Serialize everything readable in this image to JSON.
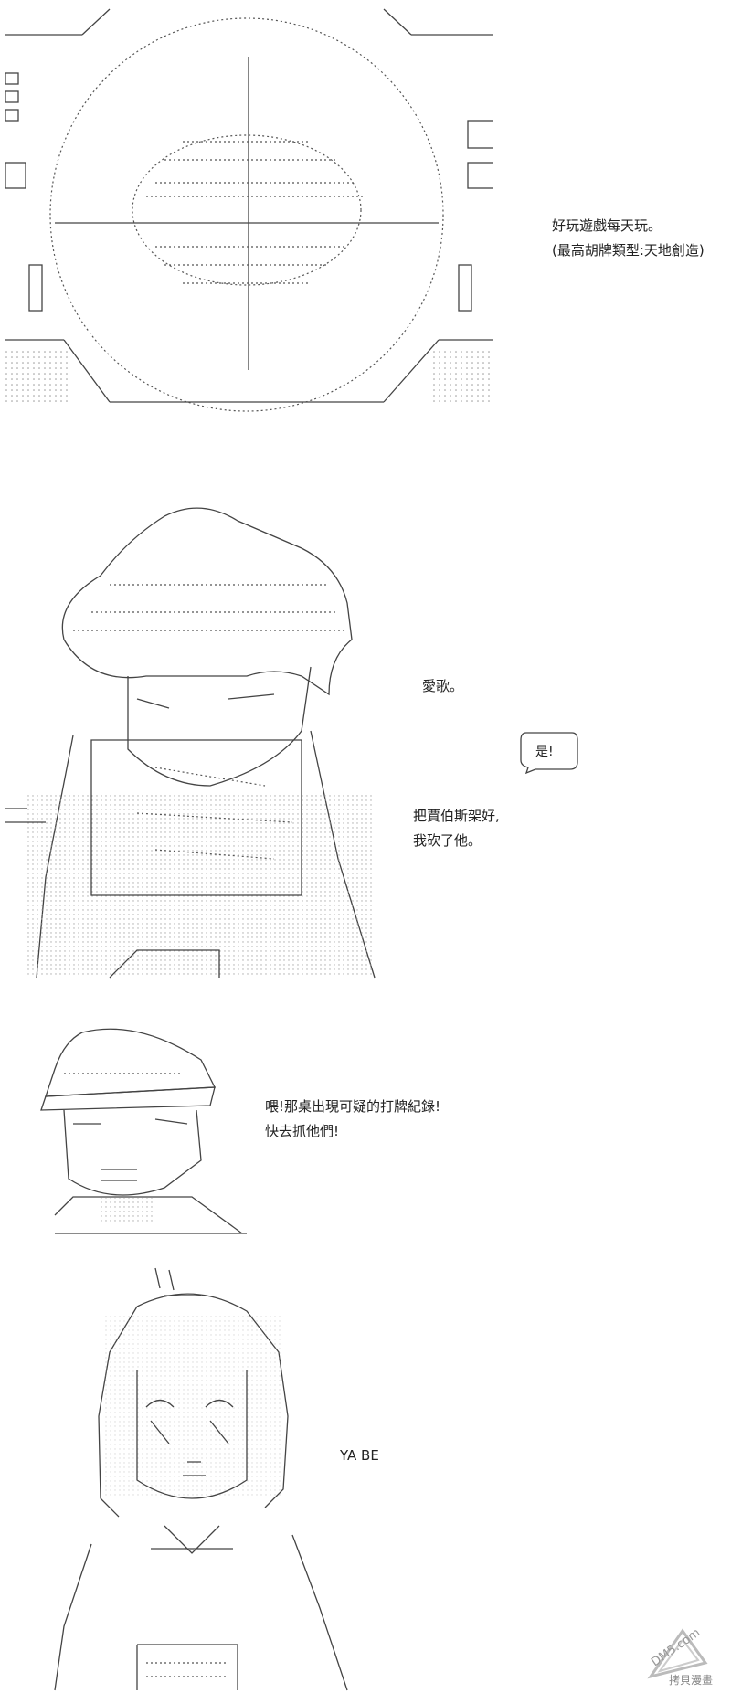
{
  "panels": [
    {
      "id": "panel-1",
      "lines": [
        "好玩遊戲每天玩。",
        "(最高胡牌類型:天地創造)"
      ]
    },
    {
      "id": "panel-2",
      "lines_top": [
        "愛歌。"
      ],
      "balloon": "是!",
      "lines_bottom": [
        "把賈伯斯架好,",
        "我砍了他。"
      ]
    },
    {
      "id": "panel-3",
      "lines": [
        "喂!那桌出現可疑的打牌紀錄!",
        "快去抓他們!"
      ]
    },
    {
      "id": "panel-4",
      "lines": [
        "YA  BE"
      ]
    }
  ],
  "watermark": {
    "logo_text": "DM5.com",
    "caption": "拷貝漫畫"
  }
}
